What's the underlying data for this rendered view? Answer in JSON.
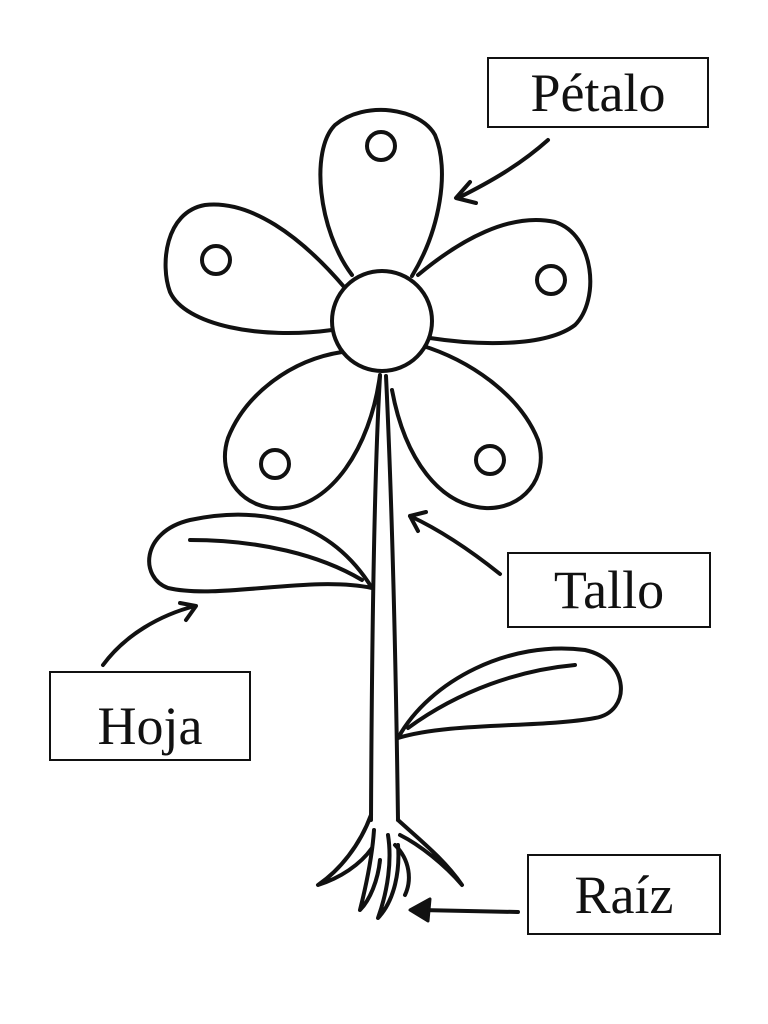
{
  "labels": {
    "petalo": "Pétalo",
    "tallo": "Tallo",
    "hoja": "Hoja",
    "raiz": "Raíz"
  },
  "colors": {
    "ink": "#111111",
    "background": "#ffffff"
  }
}
